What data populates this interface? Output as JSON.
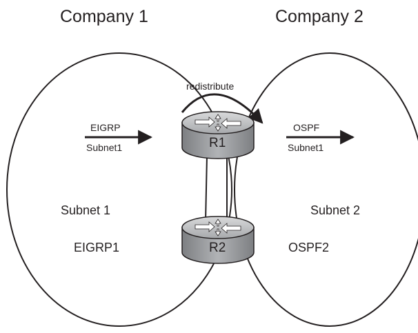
{
  "diagram": {
    "companies": [
      {
        "name": "Company 1",
        "subnet": "Subnet 1",
        "process": "EIGRP1"
      },
      {
        "name": "Company 2",
        "subnet": "Subnet 2",
        "process": "OSPF2"
      }
    ],
    "routers": [
      {
        "id": "R1"
      },
      {
        "id": "R2"
      }
    ],
    "redistribute_label": "redistribute",
    "left_flow": {
      "protocol": "EIGRP",
      "subnet": "Subnet1"
    },
    "right_flow": {
      "protocol": "OSPF",
      "subnet": "Subnet1"
    },
    "colors": {
      "router_top": "#bcbec0",
      "router_side": "#939598",
      "outline": "#231f20",
      "background": "#ffffff"
    }
  }
}
